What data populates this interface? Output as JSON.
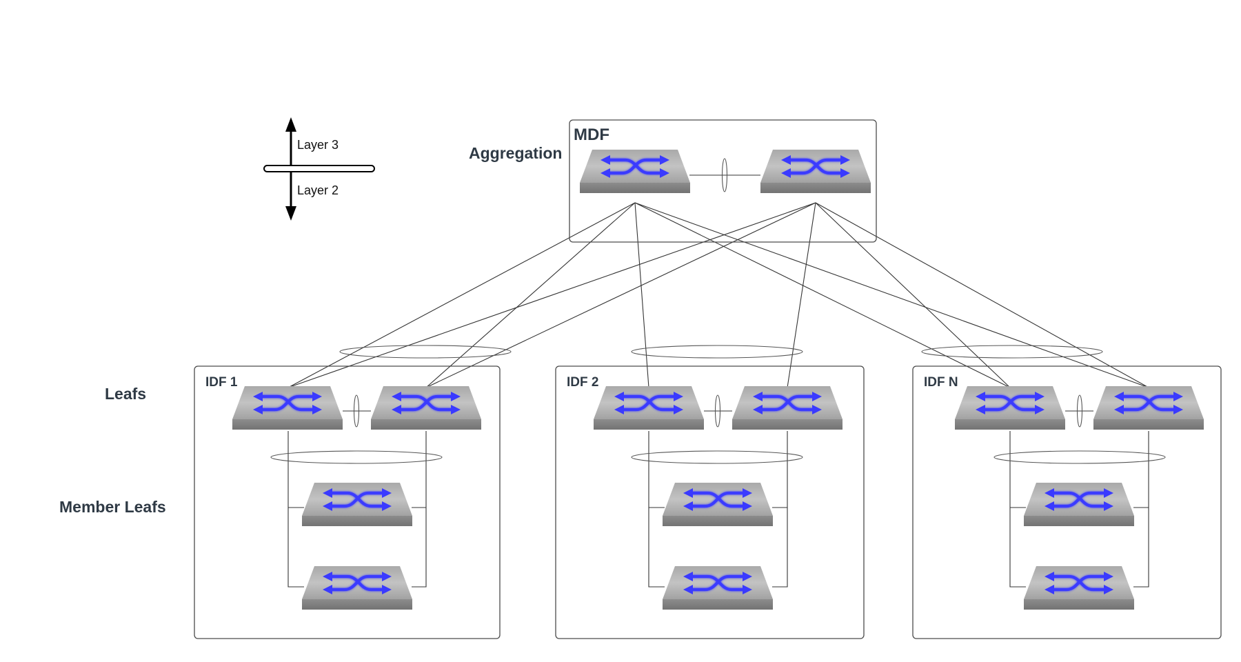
{
  "tiers": {
    "aggregation": "Aggregation",
    "leafs": "Leafs",
    "member_leafs": "Member Leafs"
  },
  "legend": {
    "layer3": "Layer 3",
    "layer2": "Layer 2"
  },
  "mdf": {
    "label": "MDF"
  },
  "idfs": [
    {
      "label": "IDF 1"
    },
    {
      "label": "IDF 2"
    },
    {
      "label": "IDF N"
    }
  ],
  "icons": {
    "switch": "network-switch-icon"
  },
  "colors": {
    "switch_arrows": "#3333ee",
    "switch_body": "#9a9a9a",
    "frame": "#4a4a4a"
  }
}
